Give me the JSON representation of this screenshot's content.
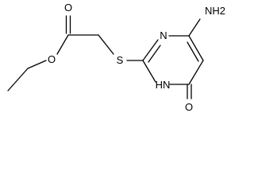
{
  "structure": {
    "atoms": {
      "carbonyl_oxygen": "O",
      "ester_oxygen": "O",
      "sulfur": "S",
      "ring_nitrogen_top": "N",
      "ring_nitrogen_bottom": "HN",
      "amino_group": "NH2",
      "ring_carbonyl_oxygen": "O"
    }
  }
}
